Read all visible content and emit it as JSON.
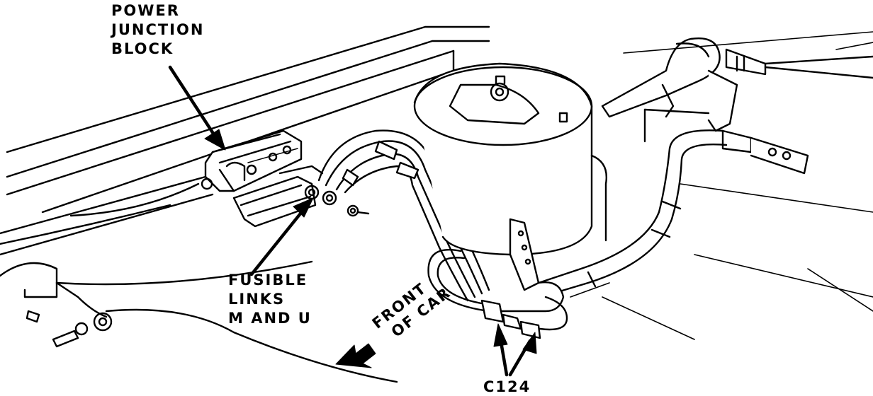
{
  "labels": {
    "power_junction_block": [
      "POWER",
      "JUNCTION",
      "BLOCK"
    ],
    "fusible_links": [
      "FUSIBLE",
      "LINKS",
      "M AND U"
    ],
    "front_of_car": [
      "FRONT",
      "OF CAR"
    ],
    "connector": "C124"
  },
  "colors": {
    "line": "#000000",
    "background": "#ffffff"
  }
}
